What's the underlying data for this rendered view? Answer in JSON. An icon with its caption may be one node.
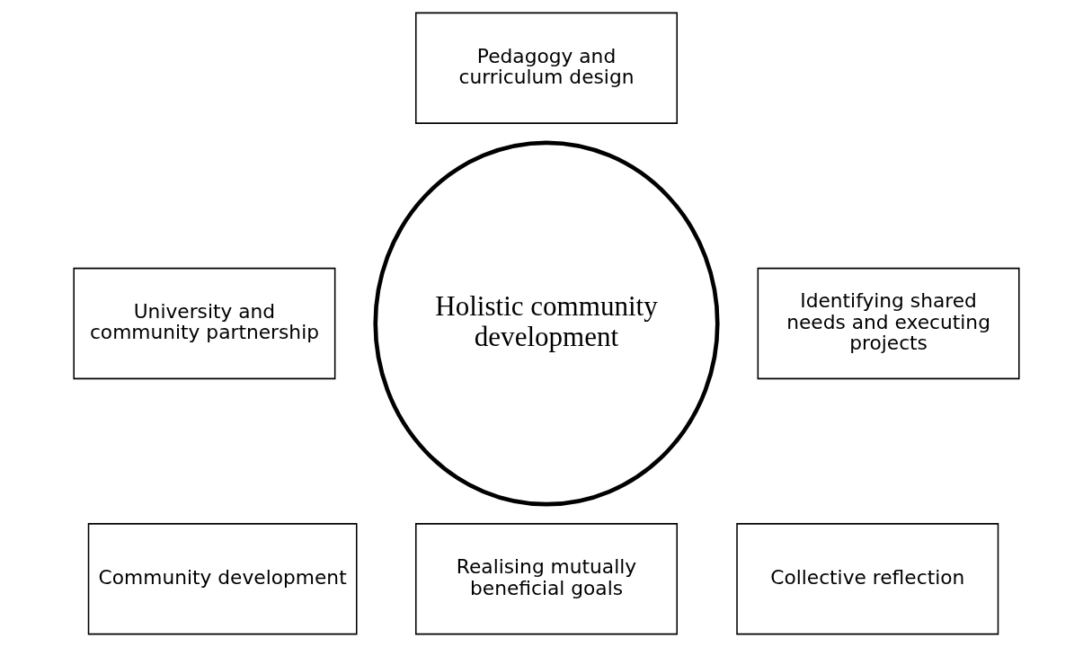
{
  "diagram": {
    "nodes": [
      {
        "text": [
          "Pedagogy and curriculum design"
        ]
      },
      {
        "text": [
          "University and community partnership"
        ]
      },
      {
        "text": [
          "Identifying shared needs and executing projects"
        ]
      },
      {
        "text": [
          "Holistic community development"
        ]
      },
      {
        "text": [
          "Community development"
        ]
      },
      {
        "text": [
          "Collective reflection"
        ]
      },
      {
        "text": [
          "Realising mutually beneficial goals"
        ]
      }
    ],
    "edges": []
  }
}
